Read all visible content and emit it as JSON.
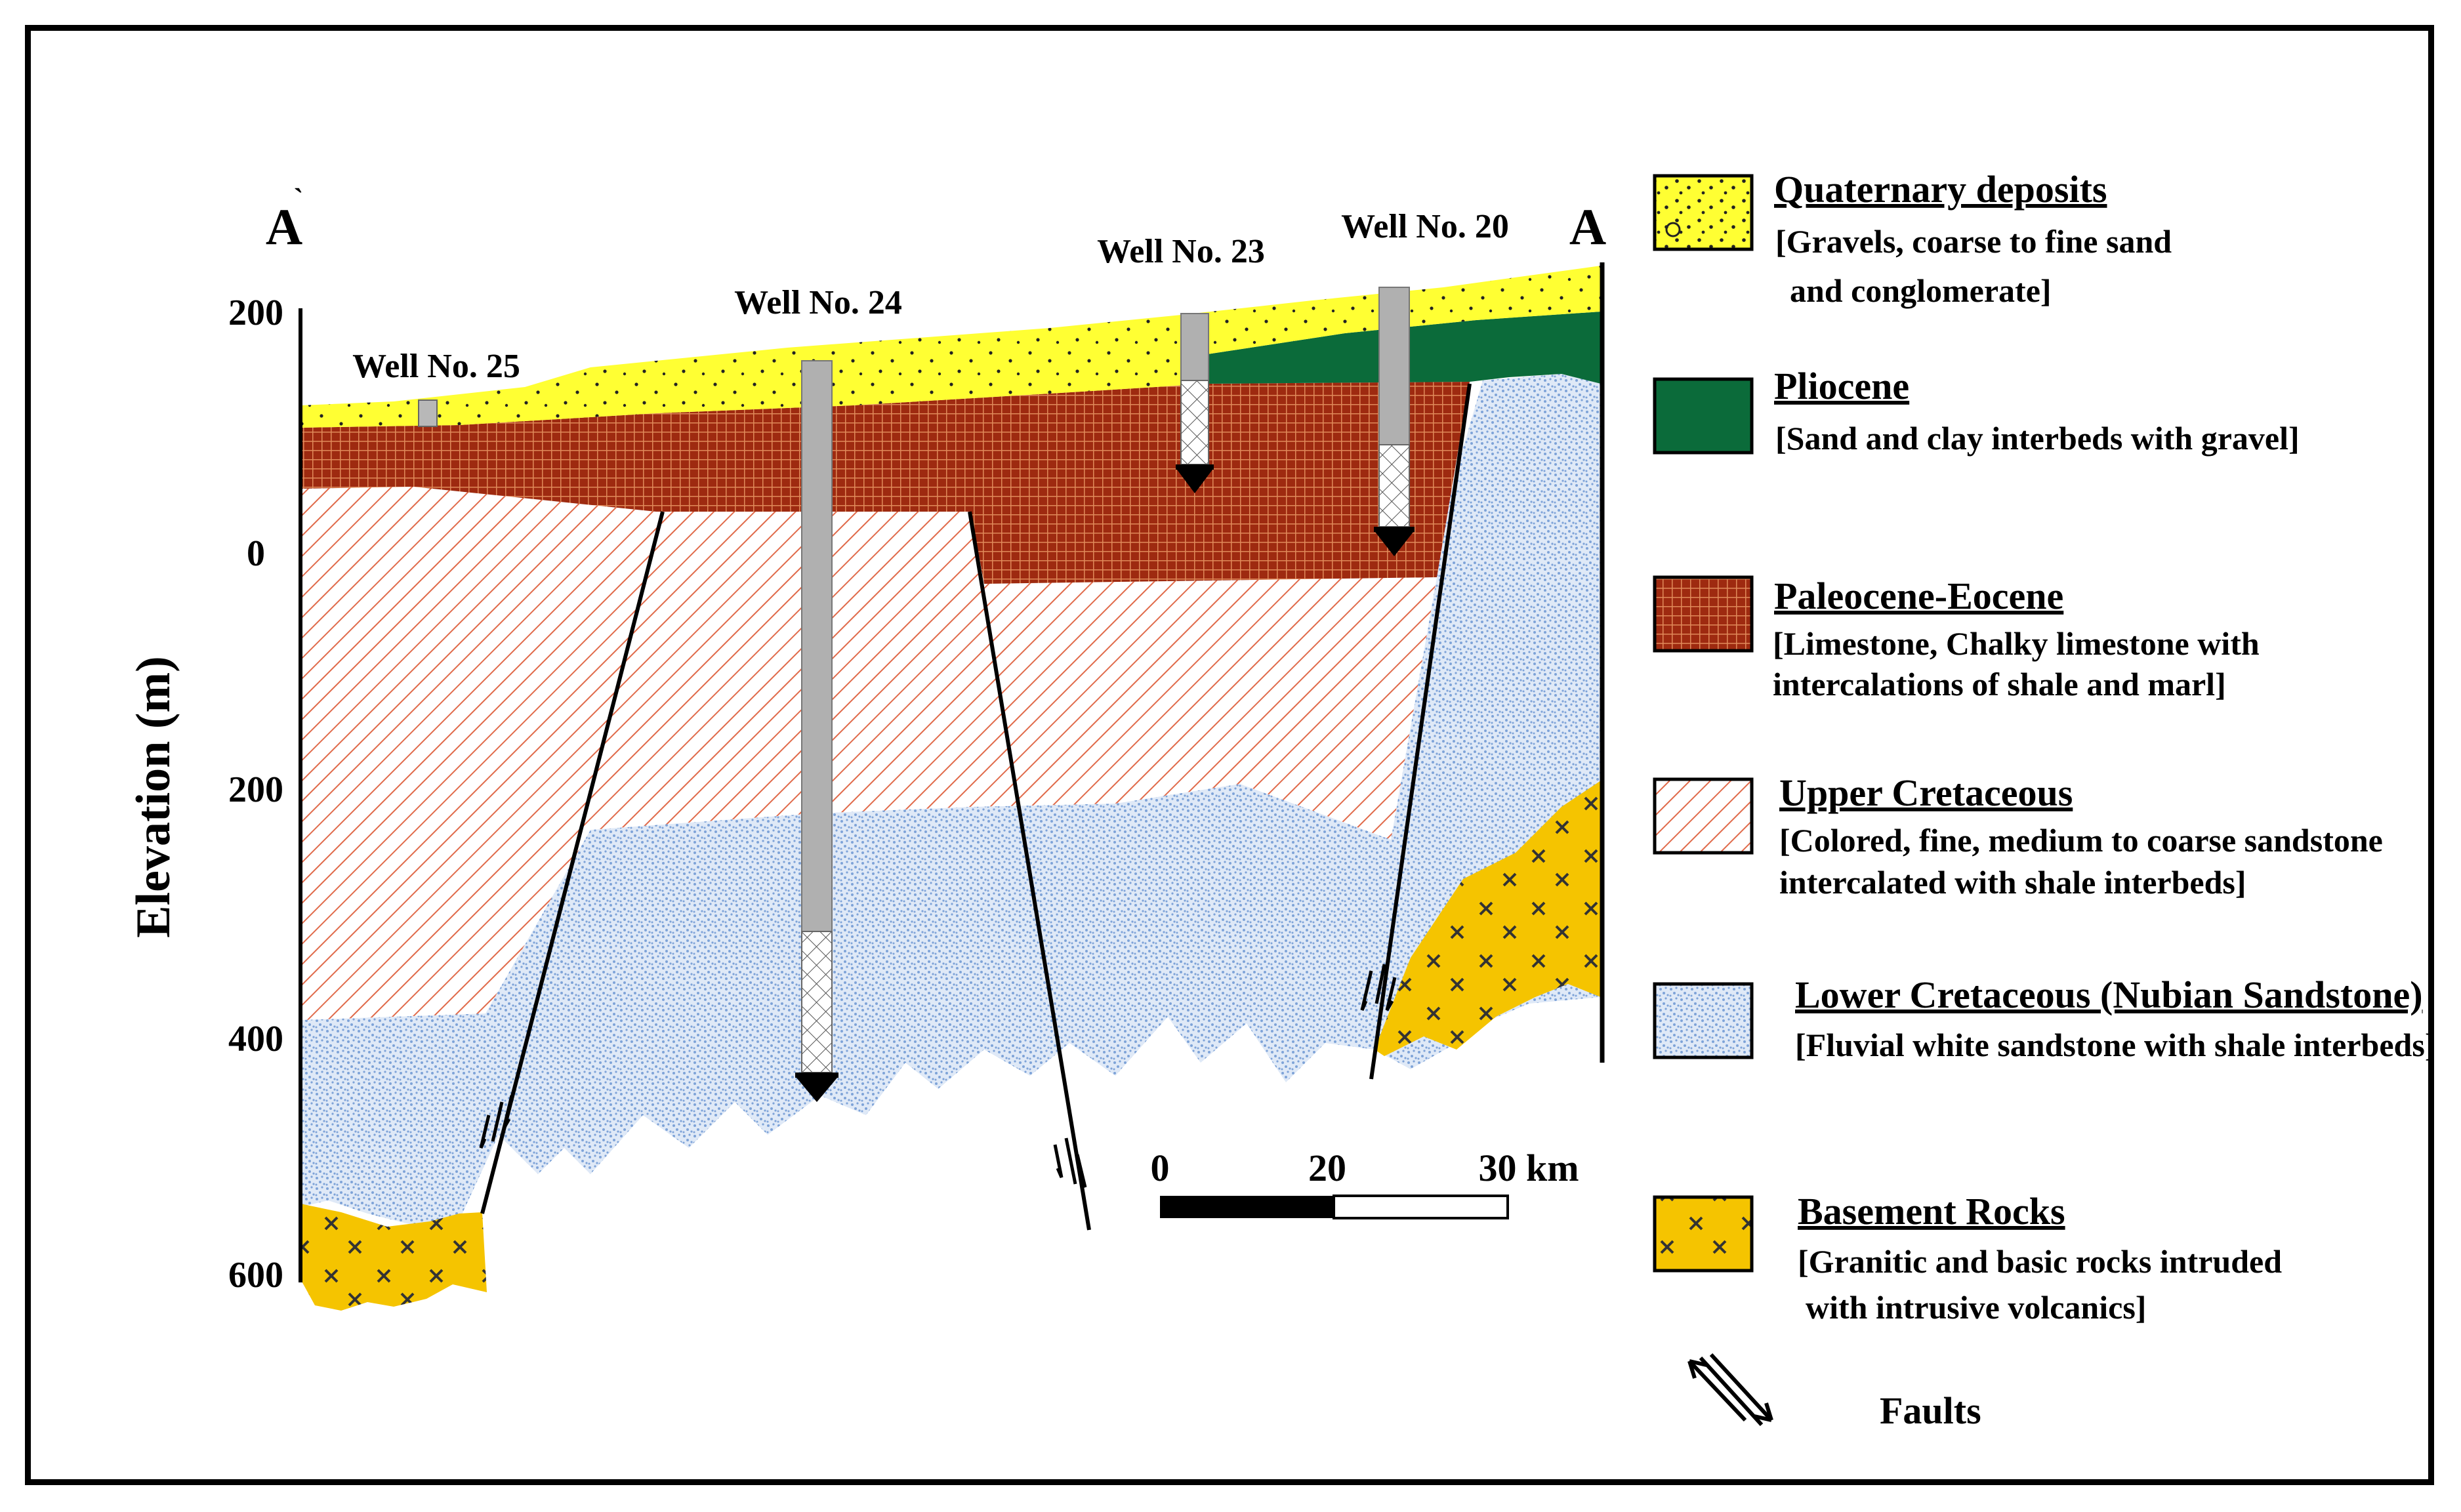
{
  "section": {
    "start_marker": "A",
    "start_marker_prime": "`",
    "end_marker": "A",
    "y_axis_title": "Elevation (m)",
    "y_ticks": [
      "200",
      "0",
      "200",
      "400",
      "600"
    ],
    "wells": [
      {
        "id": "well-25",
        "label": "Well No. 25"
      },
      {
        "id": "well-24",
        "label": "Well No. 24"
      },
      {
        "id": "well-23",
        "label": "Well No. 23"
      },
      {
        "id": "well-20",
        "label": "Well No. 20"
      }
    ],
    "scale_bar": {
      "ticks": [
        "0",
        "20",
        "30 km"
      ]
    }
  },
  "legend": [
    {
      "id": "quaternary",
      "title": "Quaternary deposits",
      "lines": [
        "[Gravels, coarse to fine sand",
        "and conglomerate]"
      ],
      "pattern": "dotted-yellow",
      "color": "#ffff33"
    },
    {
      "id": "pliocene",
      "title": "Pliocene",
      "lines": [
        "[Sand and clay interbeds with gravel]"
      ],
      "pattern": "solid-green",
      "color": "#0b6b3a"
    },
    {
      "id": "paleocene",
      "title": "Paleocene-Eocene",
      "lines": [
        "[Limestone, Chalky limestone with",
        "intercalations of shale and marl]"
      ],
      "pattern": "brick-brown",
      "color": "#a62a12"
    },
    {
      "id": "upper-cretaceous",
      "title": "Upper Cretaceous",
      "lines": [
        "[Colored, fine, medium to coarse sandstone",
        "intercalated with shale interbeds]"
      ],
      "pattern": "hatch-orange",
      "color": "#e06a4a"
    },
    {
      "id": "lower-cretaceous",
      "title": "Lower Cretaceous (Nubian Sandstone)",
      "lines": [
        "[Fluvial white sandstone with shale interbeds]"
      ],
      "pattern": "stipple-blue",
      "color": "#8fb0dc"
    },
    {
      "id": "basement",
      "title": "Basement Rocks",
      "lines": [
        "[Granitic and basic rocks intruded",
        "with intrusive volcanics]"
      ],
      "pattern": "x-gold",
      "color": "#f5c400"
    },
    {
      "id": "faults",
      "title": "",
      "lines": [
        "Faults"
      ],
      "pattern": "fault-arrows",
      "color": "#000000"
    }
  ]
}
